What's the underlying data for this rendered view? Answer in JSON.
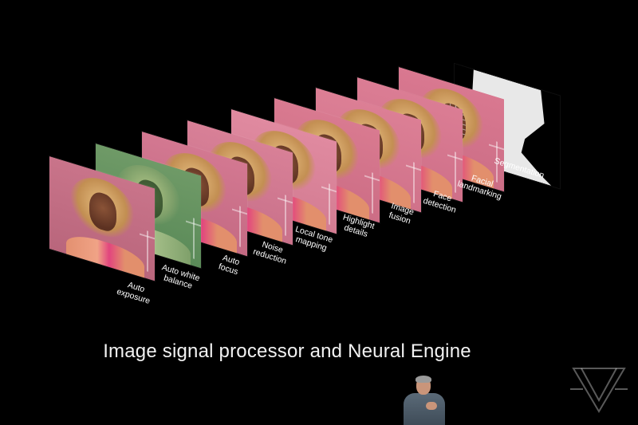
{
  "headline": "Image signal processor and Neural Engine",
  "stages": [
    {
      "label": "Auto\nexposure"
    },
    {
      "label": "Auto white\nbalance"
    },
    {
      "label": "Auto\nfocus"
    },
    {
      "label": "Noise\nreduction"
    },
    {
      "label": "Local tone\nmapping"
    },
    {
      "label": "Highlight\ndetails"
    },
    {
      "label": "Image\nfusion"
    },
    {
      "label": "Face\ndetection"
    },
    {
      "label": "Facial\nlandmarking"
    },
    {
      "label": "Segmentation"
    }
  ],
  "colors": {
    "background": "#000000",
    "text": "#ffffff",
    "slide_pink": "#d9788d",
    "slide_green": "#6f9a67"
  },
  "icons": {
    "logo": "the-verge-logo"
  }
}
